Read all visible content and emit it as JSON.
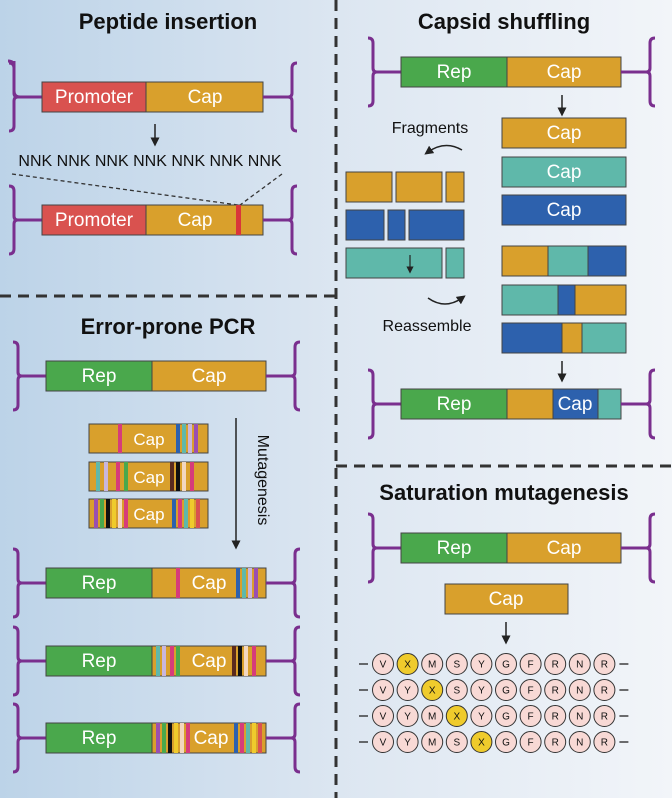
{
  "colors": {
    "promoter": "#d9524f",
    "cap": "#d9a02c",
    "rep": "#4aa84c",
    "teal": "#5fb8aa",
    "blue": "#2d61ad",
    "itr": "#7a2f8e",
    "residue_fill": "#f8d9d5",
    "residue_highlight": "#efcb2c",
    "divider": "#333333"
  },
  "panels": {
    "peptide_insertion": {
      "title": "Peptide insertion",
      "promoter_label": "Promoter",
      "cap_label": "Cap",
      "insert_codons": "NNK NNK NNK NNK NNK NNK NNK"
    },
    "capsid_shuffling": {
      "title": "Capsid shuffling",
      "rep_label": "Rep",
      "cap_label": "Cap",
      "fragments_label": "Fragments",
      "reassemble_label": "Reassemble",
      "parent_caps": [
        "Cap",
        "Cap",
        "Cap"
      ],
      "final_rep": "Rep",
      "final_cap": "Cap"
    },
    "error_prone_pcr": {
      "title": "Error-prone PCR",
      "rep_label": "Rep",
      "cap_label": "Cap",
      "mutagenesis_label": "Mutagenesis",
      "mutant_caps": [
        "Cap",
        "Cap",
        "Cap"
      ],
      "output_rep": [
        "Rep",
        "Rep",
        "Rep"
      ],
      "output_cap": [
        "Cap",
        "Cap",
        "Cap"
      ]
    },
    "saturation_mutagenesis": {
      "title": "Saturation mutagenesis",
      "rep_label": "Rep",
      "cap_label": "Cap",
      "standalone_cap": "Cap",
      "sequence": [
        "V",
        "Y",
        "M",
        "S",
        "Y",
        "G",
        "F",
        "R",
        "N",
        "R"
      ],
      "mutant_residue": "X",
      "mutated_positions": [
        1,
        2,
        3,
        4
      ]
    }
  }
}
